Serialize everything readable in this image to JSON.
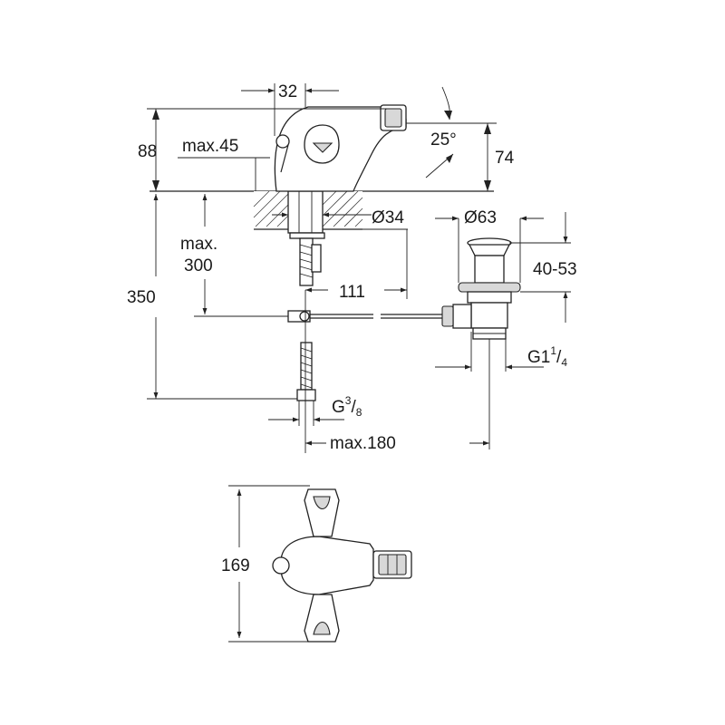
{
  "dimensions": {
    "d32": "32",
    "d88": "88",
    "max45": "max.45",
    "angle25": "25°",
    "d74": "74",
    "dia34": "Ø34",
    "dia63": "Ø63",
    "max300_line1": "max.",
    "max300_line2": "300",
    "d350": "350",
    "d111": "111",
    "range4053": "40-53",
    "g114_main": "G1",
    "g114_num": "1",
    "g114_den": "4",
    "g38_main": "G",
    "g38_num": "3",
    "g38_den": "8",
    "max180": "max.180",
    "d169": "169"
  }
}
